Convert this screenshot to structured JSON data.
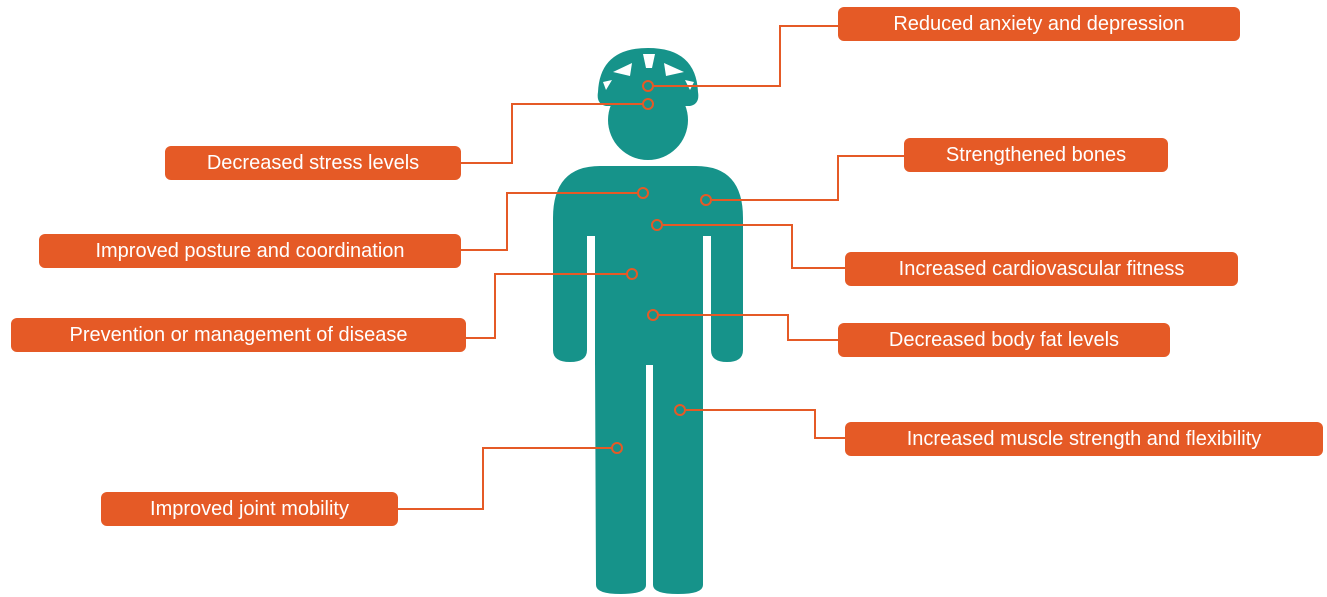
{
  "colors": {
    "figure": "#16938a",
    "accent": "#e55a26",
    "label_text": "#ffffff",
    "background": "#ffffff"
  },
  "figure": {
    "icon": "person-with-helmet-icon"
  },
  "benefits": [
    "Reduced anxiety and depression",
    "Decreased stress levels",
    "Strengthened bones",
    "Improved posture and coordination",
    "Increased cardiovascular fitness",
    "Prevention or management of disease",
    "Decreased body fat levels",
    "Increased muscle strength and flexibility",
    "Improved joint mobility"
  ]
}
